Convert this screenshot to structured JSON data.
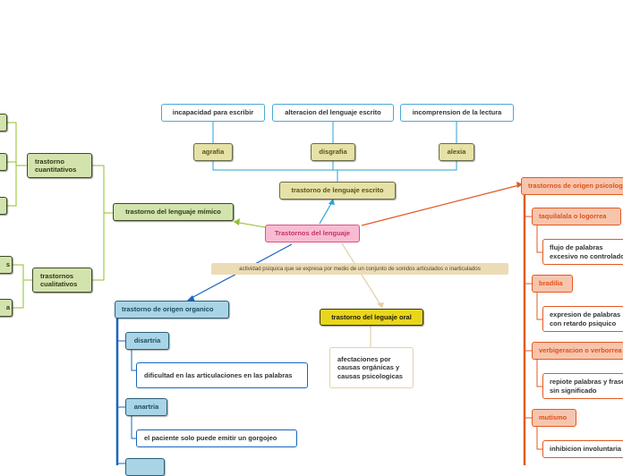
{
  "root": "Trastornos del lenguaje",
  "written": {
    "title": "trastorno de lenguaje escrito",
    "items": [
      {
        "name": "agrafia",
        "desc": "incapacidad para escribir"
      },
      {
        "name": "disgrafia",
        "desc": "alteracion del lenguaje escrito"
      },
      {
        "name": "alexia",
        "desc": "incomprension de la lectura"
      }
    ]
  },
  "mimic": {
    "title": "trastorno del lenguaje mímico",
    "quantitative": "trastorno cuantitativos",
    "qualitative": "trastornos cualitativos",
    "qualitative_children": [
      "s",
      "a"
    ]
  },
  "organic": {
    "title": "trastorno de origen organico",
    "items": [
      {
        "name": "disartria",
        "desc": "dificultad en las articulaciones en las palabras"
      },
      {
        "name": "anartria",
        "desc": "el paciente solo puede emitir un gorgojeo"
      }
    ]
  },
  "oral": {
    "title": "trastorno del leguaje oral",
    "link_label": "actividad psíquica que se expresa por medio de un conjunto de sonidos articulados o inarticulados",
    "desc": "afectaciones por causas orgánicas y causas psicologicas"
  },
  "psycho": {
    "title": "trastornos de origen psicologico",
    "items": [
      {
        "name": "taquilalala o logorrea",
        "desc": "flujo de palabras excesivo no controlado"
      },
      {
        "name": "bradilia",
        "desc": "expresion de palabras con retardo psiquico"
      },
      {
        "name": "verbigeracion o verborrea",
        "desc": "repiote palabras y frases sin significado"
      },
      {
        "name": "mutismo",
        "desc": "inhibicion involuntaria"
      }
    ]
  },
  "colors": {
    "root": "#f9bbd2",
    "written": "#e6e1a6",
    "mimic": "#d3e3ad",
    "organic": "#a9d4e6",
    "oral": "#e8d61e",
    "psycho": "#f7c5ad",
    "psycho_line": "#e25a22",
    "organic_line": "#1666c0",
    "mimic_line": "#8fbf2a",
    "written_line": "#2aa2d8"
  }
}
